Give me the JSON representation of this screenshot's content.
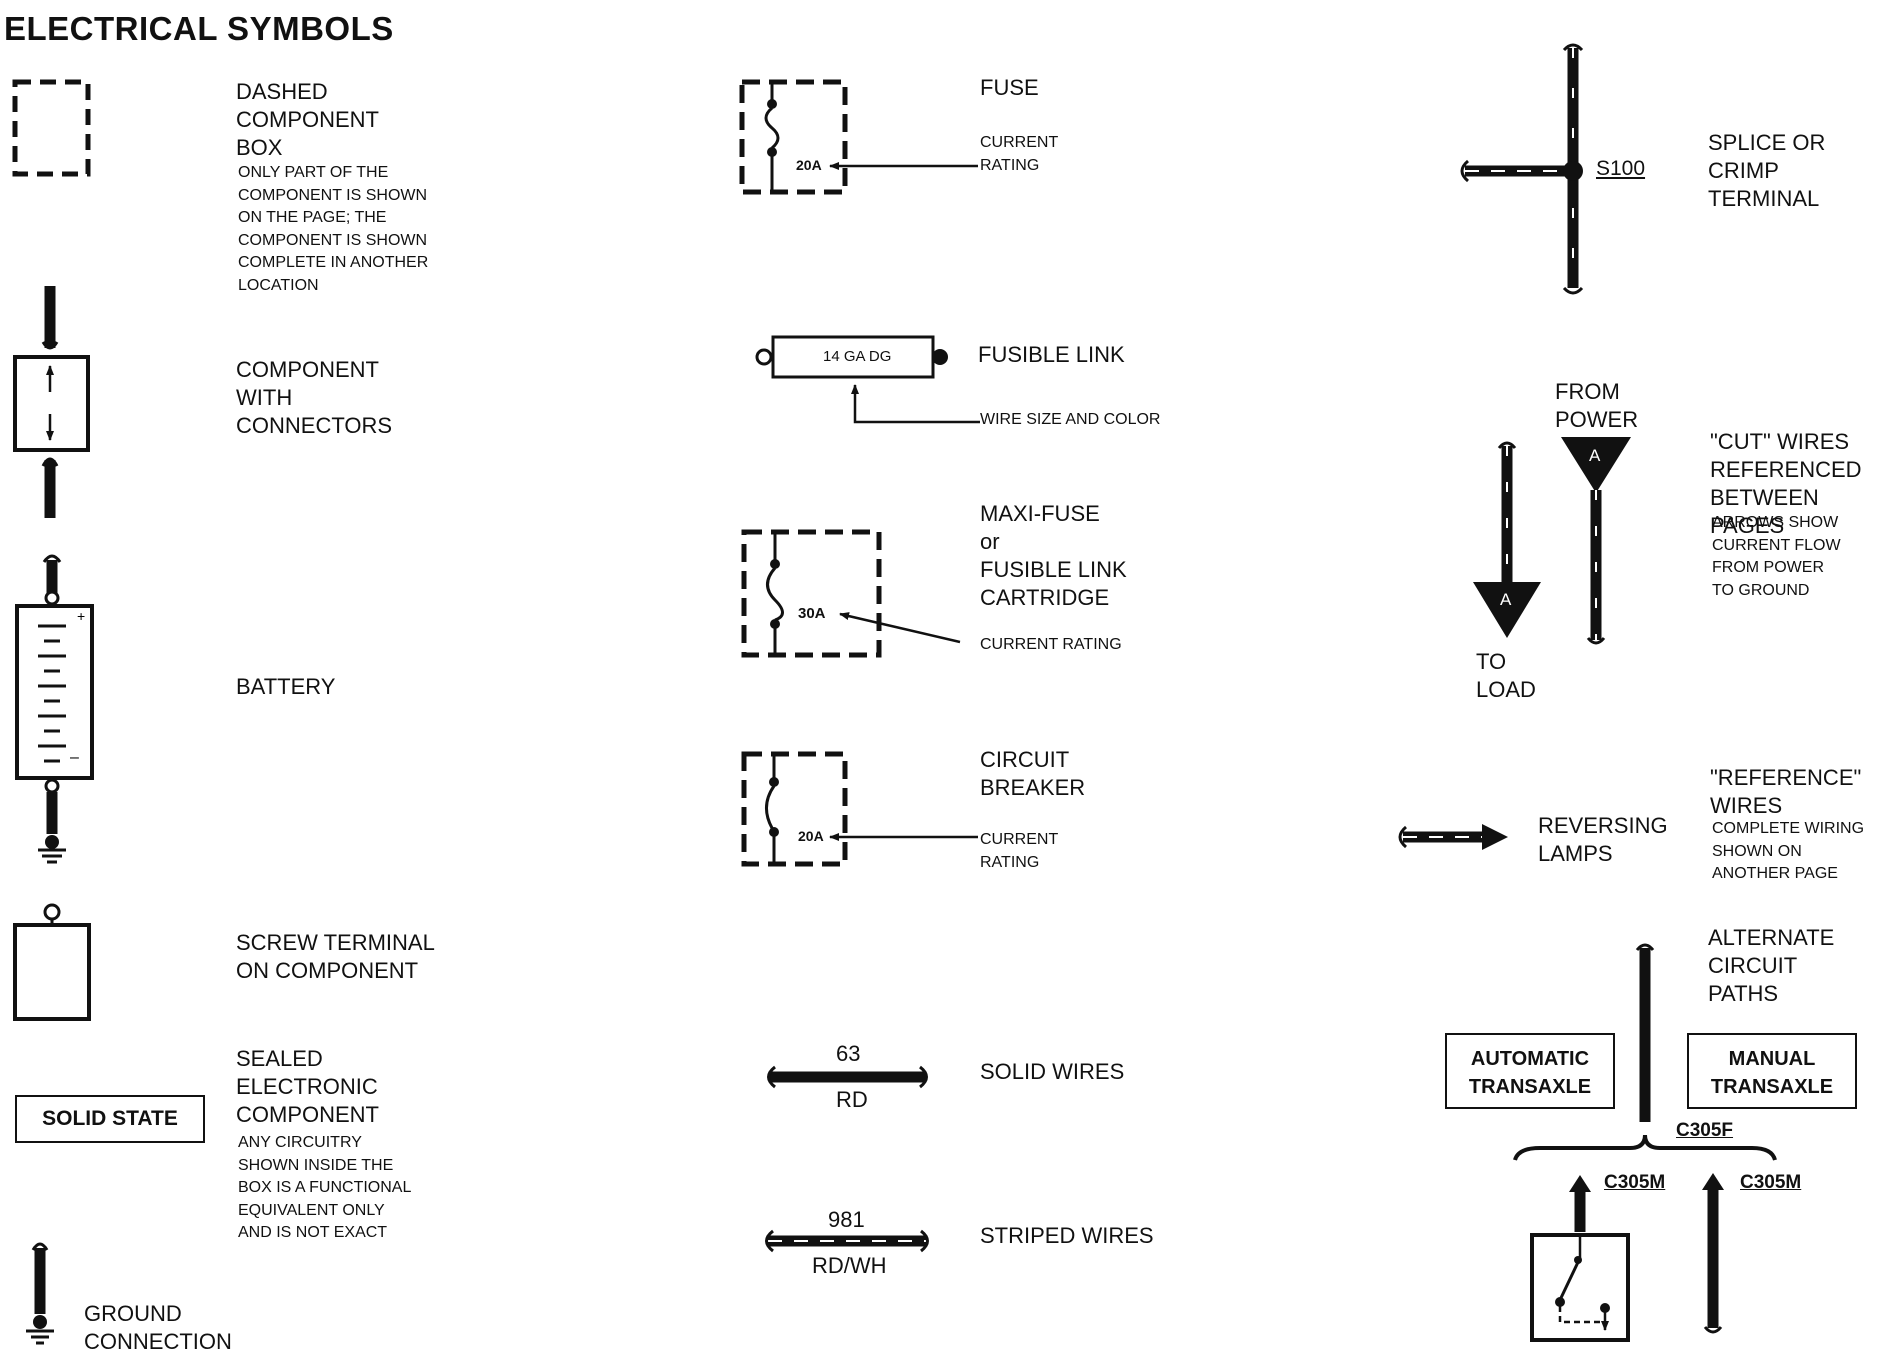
{
  "title": "ELECTRICAL SYMBOLS",
  "col1": {
    "dashed_box": {
      "label": "DASHED\nCOMPONENT\nBOX",
      "note": "ONLY PART OF THE\nCOMPONENT IS SHOWN\nON THE PAGE; THE\nCOMPONENT IS SHOWN\nCOMPLETE IN ANOTHER\nLOCATION"
    },
    "component_connectors": {
      "label": "COMPONENT\nWITH\nCONNECTORS"
    },
    "battery": {
      "label": "BATTERY"
    },
    "screw_terminal": {
      "label": "SCREW TERMINAL\nON COMPONENT"
    },
    "sealed": {
      "box_text": "SOLID STATE",
      "label": "SEALED\nELECTRONIC\nCOMPONENT",
      "note": "ANY CIRCUITRY\nSHOWN INSIDE THE\nBOX IS A FUNCTIONAL\nEQUIVALENT ONLY\nAND IS NOT EXACT"
    },
    "ground": {
      "label": "GROUND\nCONNECTION"
    }
  },
  "col2": {
    "fuse": {
      "label": "FUSE",
      "rating": "20A",
      "note": "CURRENT\nRATING"
    },
    "fusible_link": {
      "label": "FUSIBLE LINK",
      "box_text": "14 GA DG",
      "note": "WIRE SIZE AND COLOR"
    },
    "maxi_fuse": {
      "label": "MAXI-FUSE\nor\nFUSIBLE LINK\nCARTRIDGE",
      "rating": "30A",
      "note": "CURRENT RATING"
    },
    "circuit_breaker": {
      "label": "CIRCUIT\nBREAKER",
      "rating": "20A",
      "note": "CURRENT\nRATING"
    },
    "solid_wires": {
      "label": "SOLID WIRES",
      "circuit": "63",
      "color": "RD"
    },
    "striped_wires": {
      "label": "STRIPED WIRES",
      "circuit": "981",
      "color": "RD/WH"
    }
  },
  "col3": {
    "splice": {
      "label": "SPLICE OR\nCRIMP\nTERMINAL",
      "id": "S100"
    },
    "cut_wires": {
      "from_power": "FROM\nPOWER",
      "to_load": "TO\nLOAD",
      "marker_down": "A",
      "marker_up": "A",
      "label": "\"CUT\" WIRES\nREFERENCED\nBETWEEN PAGES",
      "note": "ARROWS SHOW\nCURRENT FLOW\nFROM POWER\nTO GROUND"
    },
    "reference_wires": {
      "target": "REVERSING\nLAMPS",
      "label": "\"REFERENCE\"\nWIRES",
      "note": "COMPLETE WIRING\nSHOWN ON\nANOTHER PAGE"
    },
    "alternate_paths": {
      "label": "ALTERNATE\nCIRCUIT\nPATHS",
      "auto_box": "AUTOMATIC\nTRANSAXLE",
      "manual_box": "MANUAL\nTRANSAXLE",
      "connector_f": "C305F",
      "connector_m1": "C305M",
      "connector_m2": "C305M"
    }
  }
}
